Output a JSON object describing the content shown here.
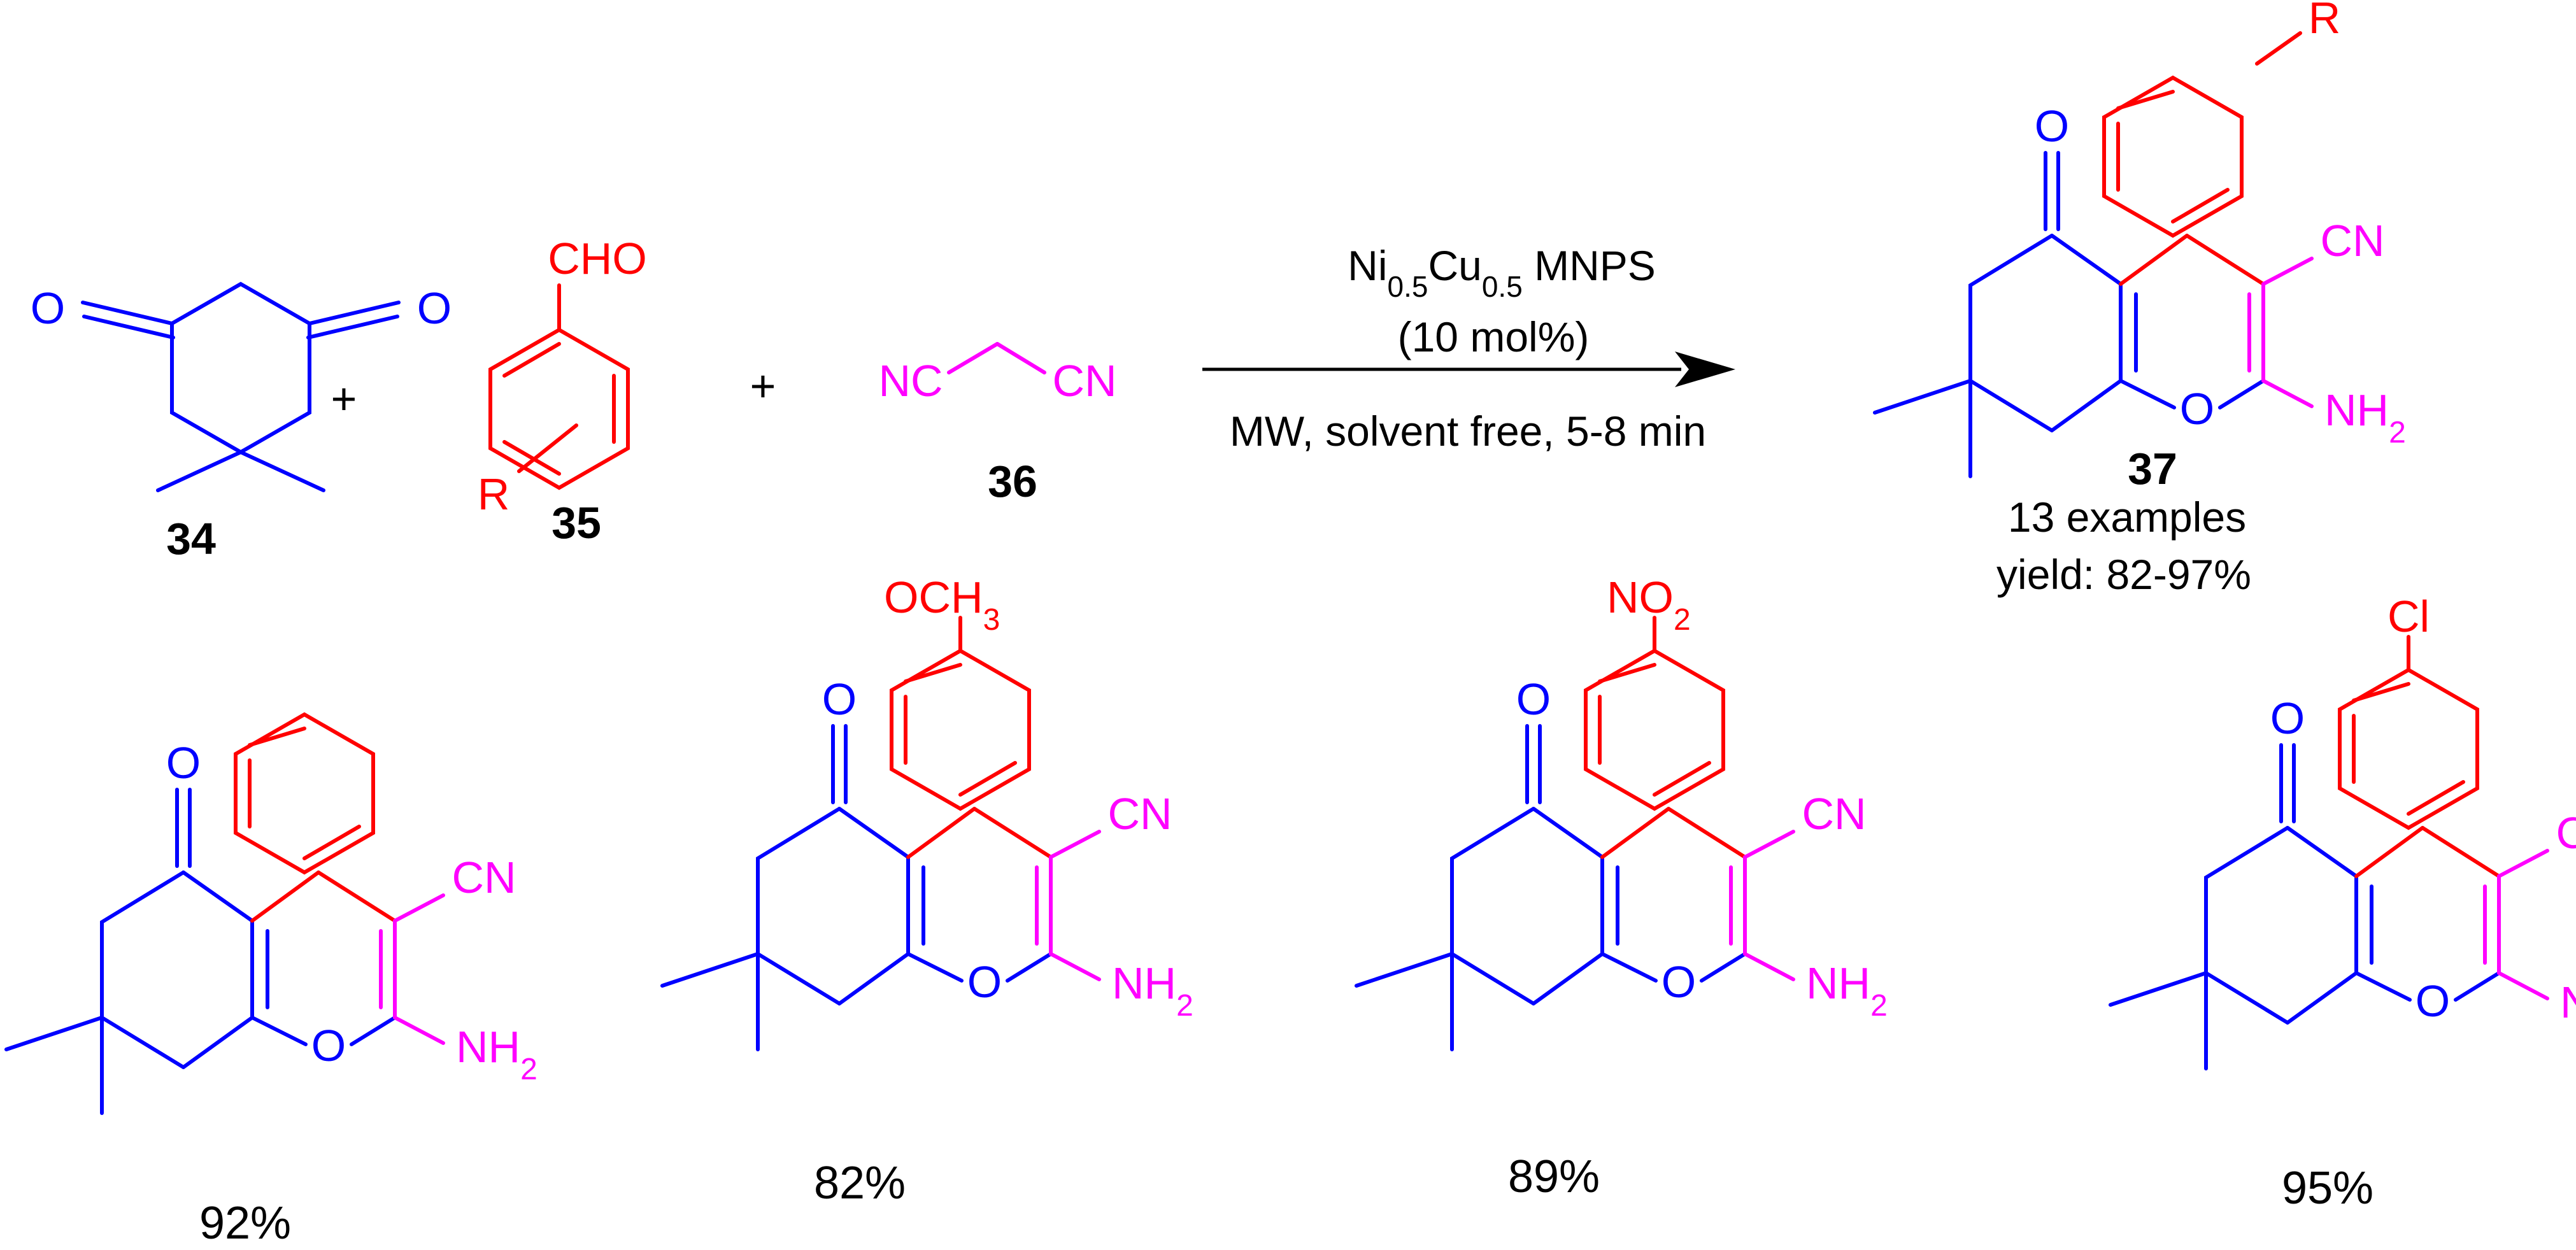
{
  "colors": {
    "core": "#0000FF",
    "aryl": "#FF0000",
    "nitrile": "#FF00FF",
    "text": "#000000"
  },
  "reactants": {
    "r34": {
      "label": "34",
      "o1": "O",
      "o2": "O"
    },
    "r35": {
      "label": "35",
      "cho": "CHO",
      "r": "R"
    },
    "plus": "+",
    "r36": {
      "label": "36",
      "nc": "NC",
      "cn": "CN"
    }
  },
  "conditions": {
    "catalyst": {
      "ni": "Ni",
      "ni_sub": "0.5",
      "cu": "Cu",
      "cu_sub": "0.5",
      "rest": " MNPS"
    },
    "loading": "(10 mol%)",
    "reaction": "MW, solvent free, 5-8 min"
  },
  "product": {
    "label": "37",
    "r": "R",
    "atoms": {
      "ketone_o": "O",
      "ring_o": "O",
      "cn": "CN",
      "nh": "NH",
      "nh_sub": "2"
    },
    "examples": "13 examples",
    "yield": "yield: 82-97%"
  },
  "examples": [
    {
      "substituent": "",
      "sub_main": "",
      "sub_idx": "",
      "yield": "92%"
    },
    {
      "substituent": "OCH3",
      "sub_main": "OCH",
      "sub_idx": "3",
      "yield": "82%"
    },
    {
      "substituent": "NO2",
      "sub_main": "NO",
      "sub_idx": "2",
      "yield": "89%"
    },
    {
      "substituent": "Cl",
      "sub_main": "Cl",
      "sub_idx": "",
      "yield": "95%"
    }
  ]
}
